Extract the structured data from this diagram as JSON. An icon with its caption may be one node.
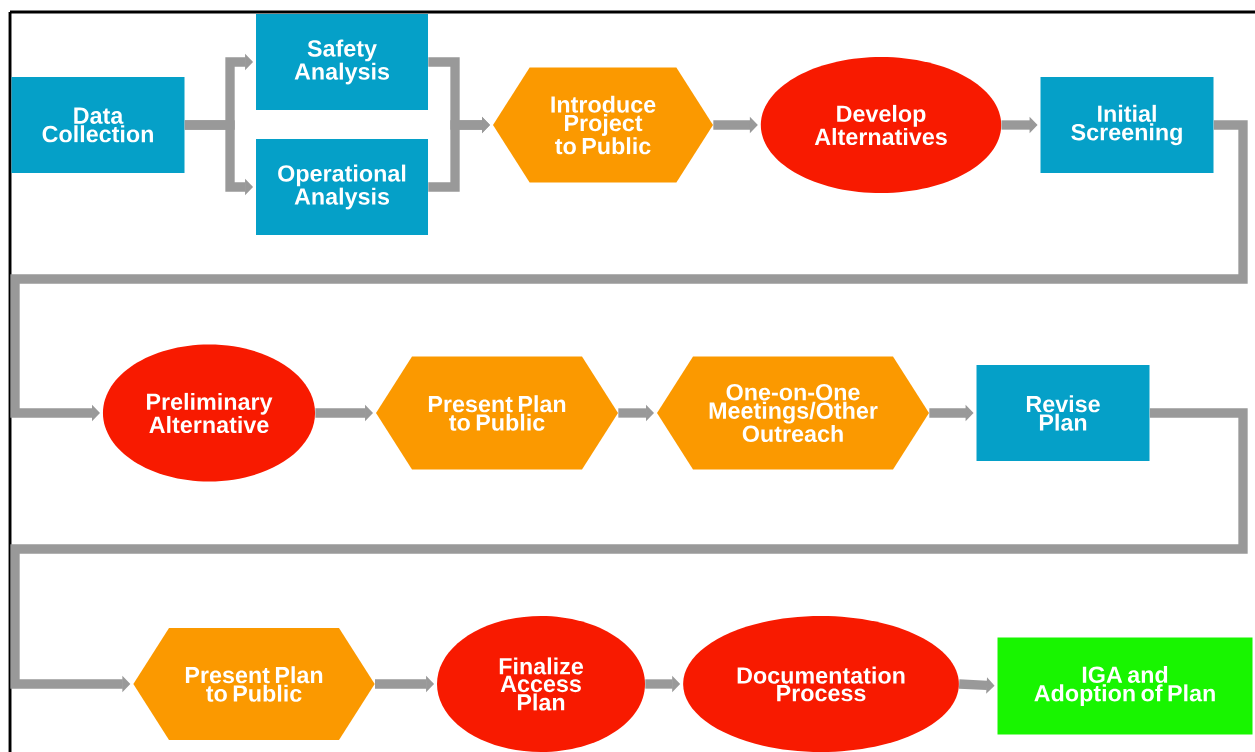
{
  "diagram": {
    "nodes": [
      {
        "text": [
          "Data Collection"
        ]
      },
      {
        "text": [
          "Safety Analysis"
        ]
      },
      {
        "text": [
          "Operational Analysis"
        ]
      },
      {
        "text": [
          "Introduce Project to Public"
        ]
      },
      {
        "text": [
          "Develop Alternatives"
        ]
      },
      {
        "text": [
          "Initial Screening"
        ]
      },
      {
        "text": [
          "Preliminary Alternative"
        ]
      },
      {
        "text": [
          "Present Plan to Public"
        ]
      },
      {
        "text": [
          "One-on-One Meetings/Other Outreach"
        ]
      },
      {
        "text": [
          "Revise Plan"
        ]
      },
      {
        "text": [
          "Present Plan to Public"
        ]
      },
      {
        "text": [
          "Finalize Access Plan"
        ]
      },
      {
        "text": [
          "Documentation Process"
        ]
      },
      {
        "text": [
          "IGA and Adoption of Plan"
        ]
      }
    ],
    "edges": [
      {
        "from": 0,
        "to": 1,
        "arrow": "to"
      },
      {
        "from": 0,
        "to": 2,
        "arrow": "to"
      },
      {
        "from": 1,
        "to": 3,
        "arrow": "to"
      },
      {
        "from": 2,
        "to": 3,
        "arrow": "to"
      },
      {
        "from": 3,
        "to": 4,
        "arrow": "to"
      },
      {
        "from": 4,
        "to": 5,
        "arrow": "to"
      },
      {
        "from": 5,
        "to": 6,
        "arrow": "to"
      },
      {
        "from": 6,
        "to": 7,
        "arrow": "to"
      },
      {
        "from": 7,
        "to": 8,
        "arrow": "to"
      },
      {
        "from": 8,
        "to": 9,
        "arrow": "to"
      },
      {
        "from": 9,
        "to": 10,
        "arrow": "to"
      },
      {
        "from": 10,
        "to": 11,
        "arrow": "to"
      },
      {
        "from": 11,
        "to": 12,
        "arrow": "to"
      },
      {
        "from": 12,
        "to": 13,
        "arrow": "to"
      }
    ]
  }
}
